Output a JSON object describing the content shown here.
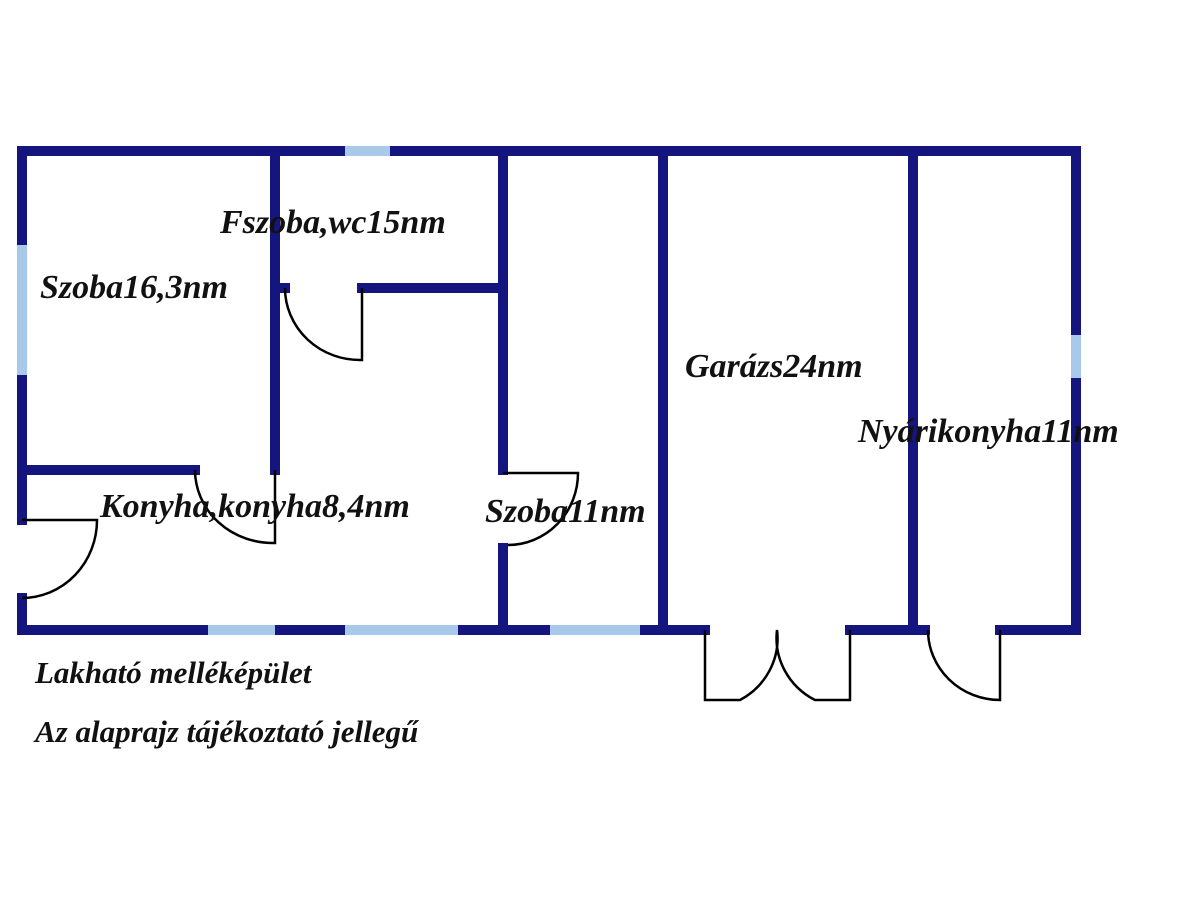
{
  "rooms": {
    "fszoba_wc": "Fszoba,wc15nm",
    "szoba_1": "Szoba16,3nm",
    "garazs": "Garázs24nm",
    "nyarikonyha": "Nyárikonyha11nm",
    "konyha": "Konyha,konyha8,4nm",
    "szoba_2": "Szoba11nm"
  },
  "notes": {
    "line1": "Lakható melléképület",
    "line2": "Az alaprajz tájékoztató jellegű"
  },
  "colors": {
    "wall": "#15157f",
    "window": "#a9c9ea",
    "door": "#000000"
  }
}
